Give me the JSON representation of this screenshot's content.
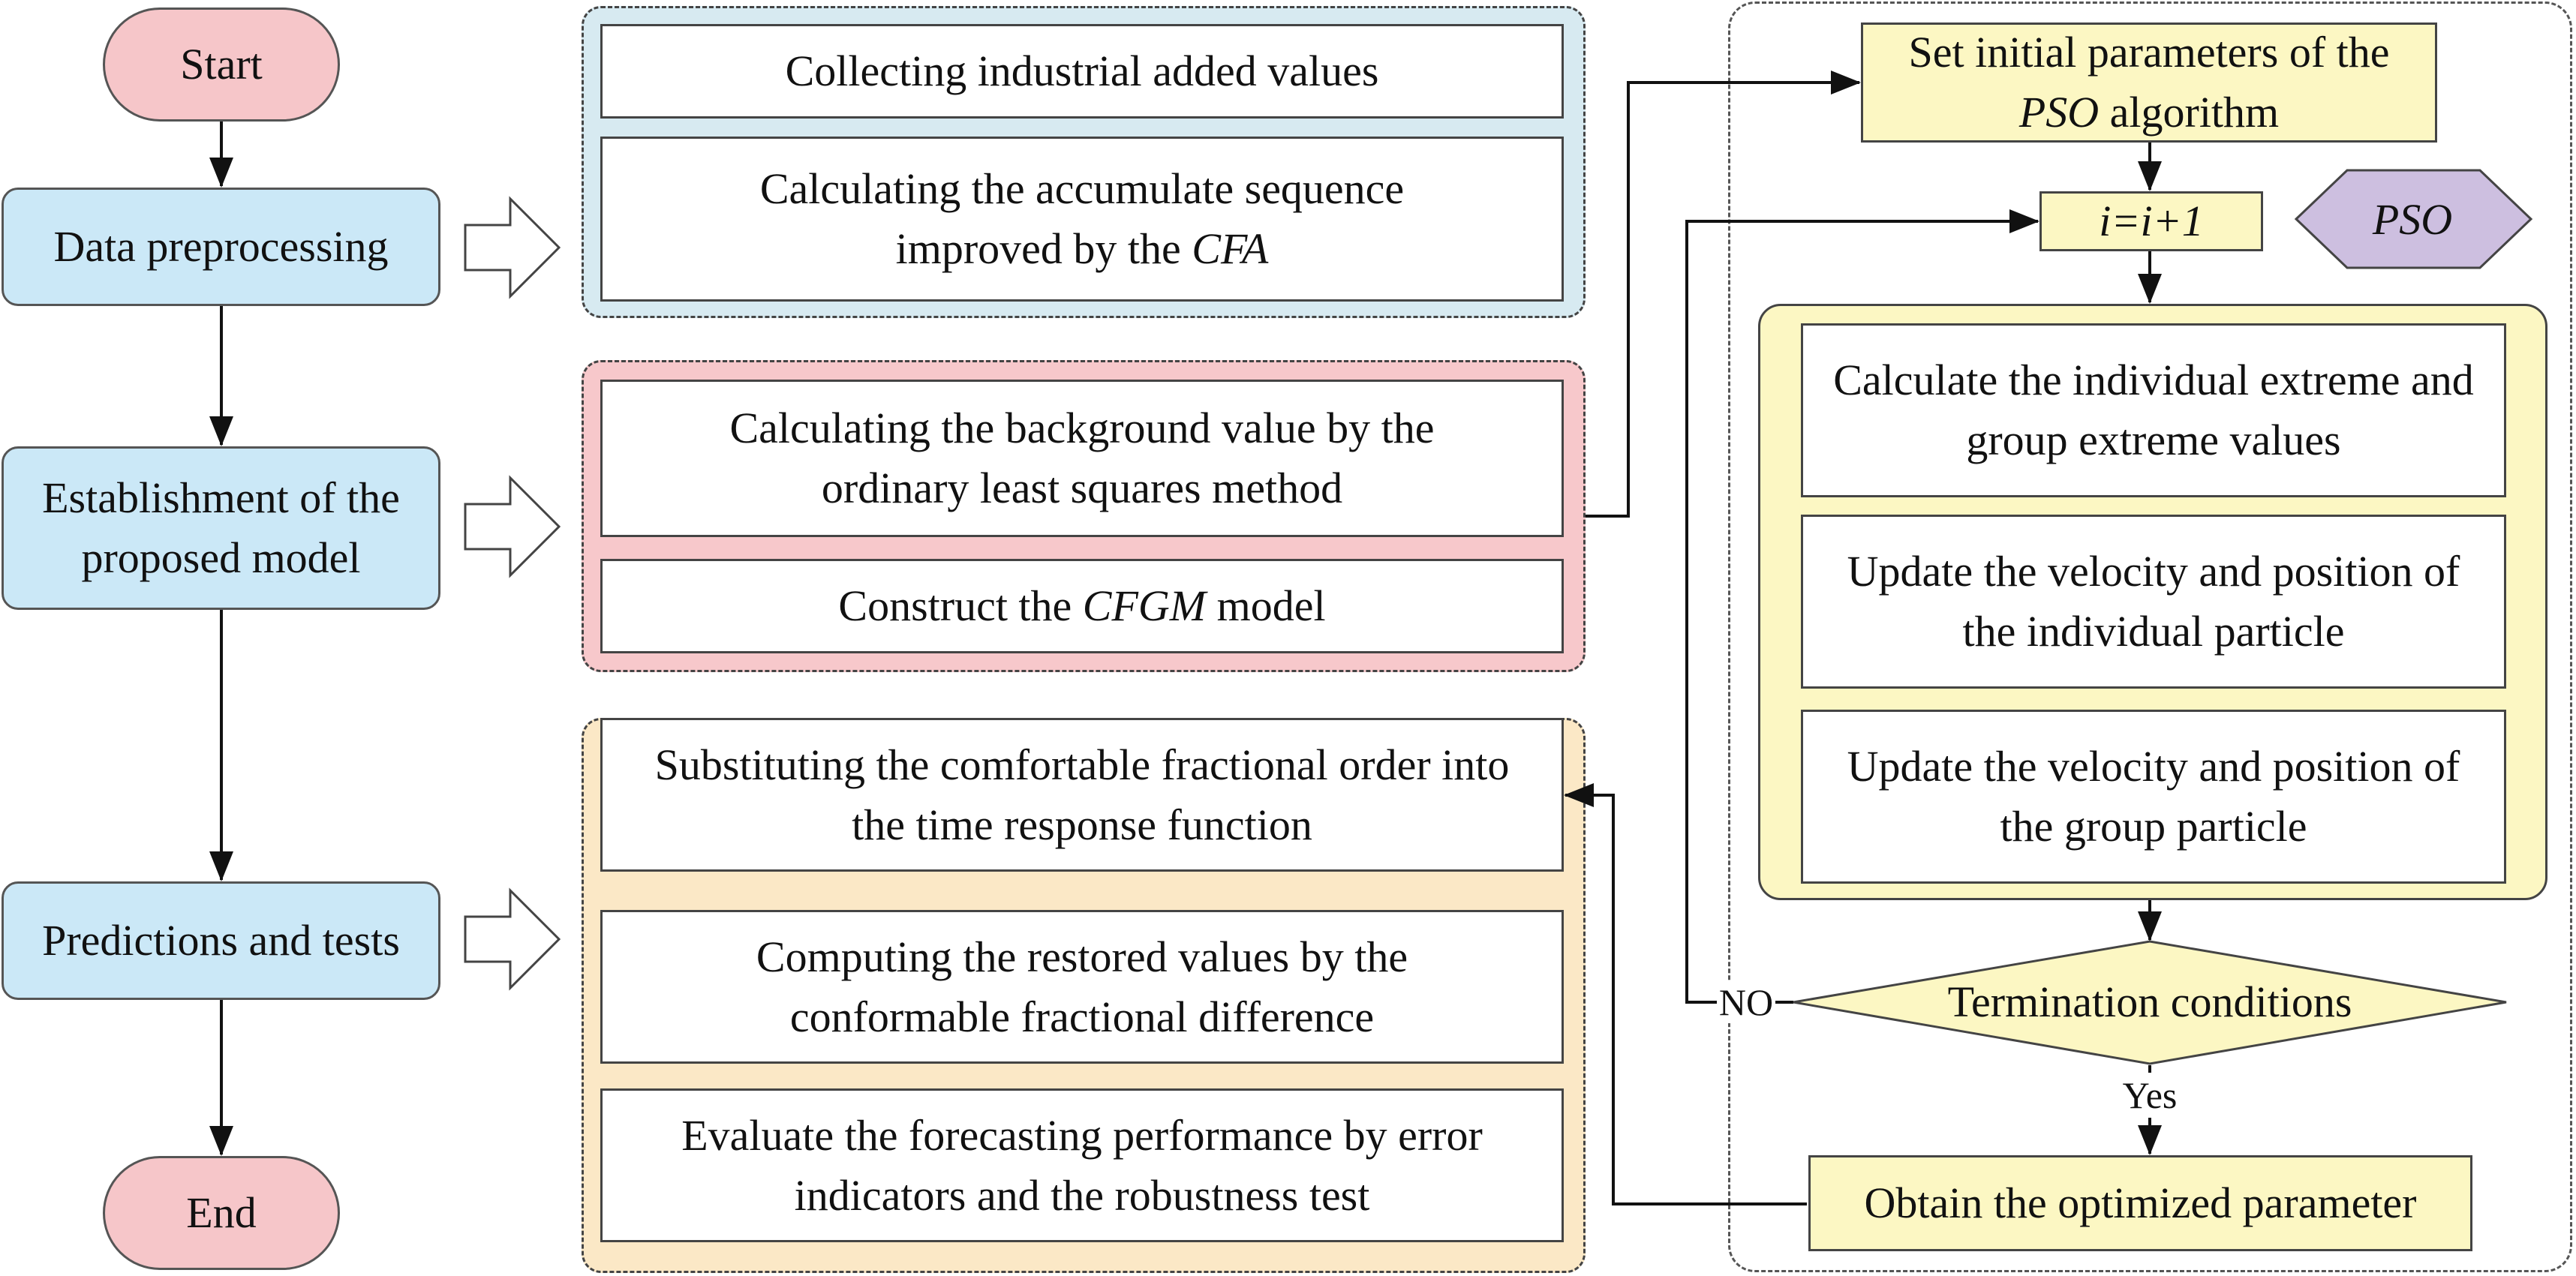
{
  "flow": {
    "start": "Start",
    "end": "End",
    "steps": [
      "Data preprocessing",
      "Establishment of the proposed model",
      "Predictions and tests"
    ]
  },
  "preprocessing": {
    "box1": "Collecting industrial added values",
    "box2_l1": "Calculating the accumulate sequence",
    "box2_l2_pre": "improved by the ",
    "box2_l2_em": "CFA"
  },
  "model": {
    "box1": "Calculating the background value by the ordinary least squares method",
    "box2_pre": "Construct the ",
    "box2_em": "CFGM",
    "box2_post": " model"
  },
  "predictions": {
    "box1": "Substituting the comfortable fractional order into the time response function",
    "box2": "Computing the restored values by the conformable fractional difference",
    "box3": "Evaluate the forecasting performance by error indicators and the robustness test"
  },
  "pso": {
    "tag": "PSO",
    "init_l1": "Set initial parameters of the",
    "init_l2_em": "PSO",
    "init_l2_post": " algorithm",
    "iter": "i=i+1",
    "calc": "Calculate the individual extreme and group extreme values",
    "update_ind": "Update the velocity and position of the individual particle",
    "update_grp": "Update the velocity and position of the group particle",
    "termination": "Termination conditions",
    "no": "NO",
    "yes": "Yes",
    "obtain": "Obtain the optimized parameter"
  },
  "colors": {
    "terminal": "#f6c6c9",
    "step": "#cbe8f7",
    "group_blue": "#d7eaf1",
    "group_pink": "#f7c8cb",
    "group_orange": "#fbe8c6",
    "pso_yellow": "#fcf7c3",
    "pso_tag": "#cdbfe0"
  }
}
